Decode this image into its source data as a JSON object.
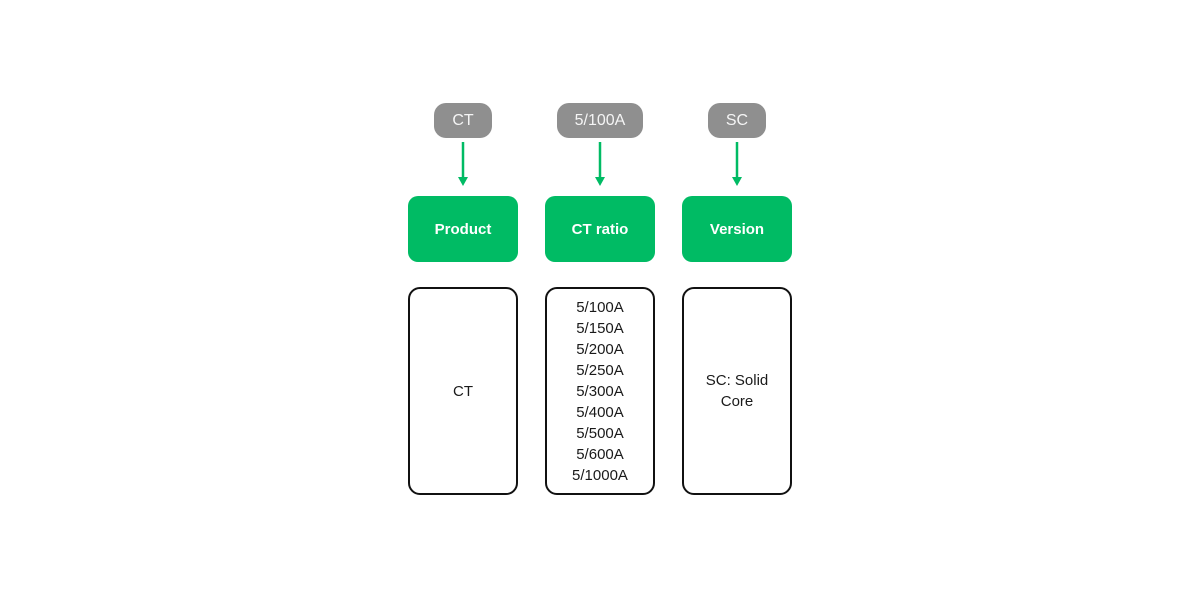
{
  "colors": {
    "green": "#00bb64",
    "gray": "#8f8f8f",
    "badge_text": "#f5f5f5",
    "box_border": "#111111",
    "box_text": "#1a1a1a",
    "page_bg": "#ffffff"
  },
  "diagram": {
    "columns": [
      {
        "badge": "CT",
        "header": "Product",
        "options": [
          "CT"
        ]
      },
      {
        "badge": "5/100A",
        "header": "CT ratio",
        "options": [
          "5/100A",
          "5/150A",
          "5/200A",
          "5/250A",
          "5/300A",
          "5/400A",
          "5/500A",
          "5/600A",
          "5/1000A"
        ]
      },
      {
        "badge": "SC",
        "header": "Version",
        "options": [
          "SC: Solid Core"
        ]
      }
    ]
  }
}
